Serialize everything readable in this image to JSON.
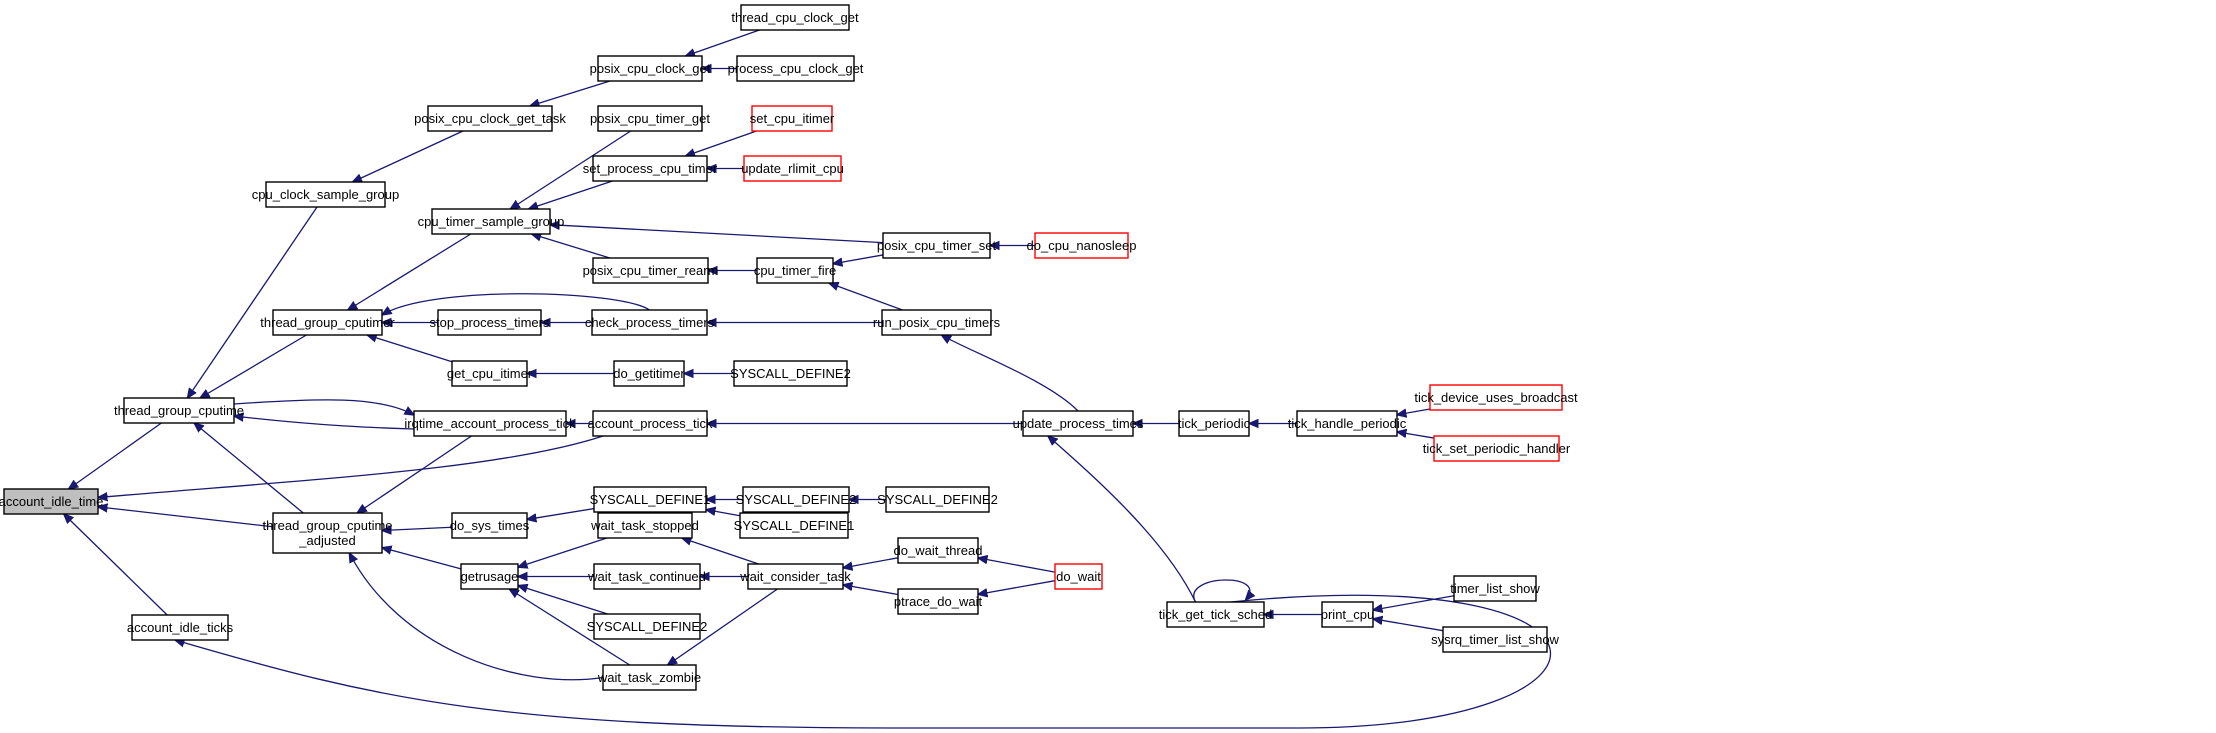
{
  "graph": {
    "edge_color": "#191970",
    "root_fill": "#bfbfbf",
    "truncated_border_color": "#ff0000",
    "nodes": {
      "account_idle_time": {
        "label": "account_idle_time",
        "root": true
      },
      "thread_group_cputime": {
        "label": "thread_group_cputime"
      },
      "account_idle_ticks": {
        "label": "account_idle_ticks"
      },
      "thread_group_cputime_adjusted": {
        "label": "thread_group_cputime\n_adjusted"
      },
      "cpu_clock_sample_group": {
        "label": "cpu_clock_sample_group"
      },
      "posix_cpu_clock_get_task": {
        "label": "posix_cpu_clock_get_task"
      },
      "posix_cpu_clock_get": {
        "label": "posix_cpu_clock_get"
      },
      "thread_cpu_clock_get": {
        "label": "thread_cpu_clock_get"
      },
      "process_cpu_clock_get": {
        "label": "process_cpu_clock_get"
      },
      "thread_group_cputimer": {
        "label": "thread_group_cputimer"
      },
      "cpu_timer_sample_group": {
        "label": "cpu_timer_sample_group"
      },
      "posix_cpu_timer_get": {
        "label": "posix_cpu_timer_get"
      },
      "set_process_cpu_timer": {
        "label": "set_process_cpu_timer"
      },
      "set_cpu_itimer": {
        "label": "set_cpu_itimer",
        "truncated": true
      },
      "update_rlimit_cpu": {
        "label": "update_rlimit_cpu",
        "truncated": true
      },
      "posix_cpu_timer_rearm": {
        "label": "posix_cpu_timer_rearm"
      },
      "cpu_timer_fire": {
        "label": "cpu_timer_fire"
      },
      "posix_cpu_timer_set": {
        "label": "posix_cpu_timer_set"
      },
      "do_cpu_nanosleep": {
        "label": "do_cpu_nanosleep",
        "truncated": true
      },
      "stop_process_timers": {
        "label": "stop_process_timers"
      },
      "check_process_timers": {
        "label": "check_process_timers"
      },
      "run_posix_cpu_timers": {
        "label": "run_posix_cpu_timers"
      },
      "get_cpu_itimer": {
        "label": "get_cpu_itimer"
      },
      "do_getitimer": {
        "label": "do_getitimer"
      },
      "SYSCALL_DEFINE2_a": {
        "label": "SYSCALL_DEFINE2"
      },
      "irqtime_account_process_tick": {
        "label": "irqtime_account_process_tick"
      },
      "account_process_tick": {
        "label": "account_process_tick"
      },
      "update_process_times": {
        "label": "update_process_times"
      },
      "tick_periodic": {
        "label": "tick_periodic"
      },
      "tick_handle_periodic": {
        "label": "tick_handle_periodic"
      },
      "tick_device_uses_broadcast": {
        "label": "tick_device_uses_broadcast",
        "truncated": true
      },
      "tick_set_periodic_handler": {
        "label": "tick_set_periodic_handler",
        "truncated": true
      },
      "do_sys_times": {
        "label": "do_sys_times"
      },
      "SYSCALL_DEFINE1_a": {
        "label": "SYSCALL_DEFINE1"
      },
      "SYSCALL_DEFINE2_b": {
        "label": "SYSCALL_DEFINE2"
      },
      "SYSCALL_DEFINE2_c": {
        "label": "SYSCALL_DEFINE2"
      },
      "SYSCALL_DEFINE1_b": {
        "label": "SYSCALL_DEFINE1"
      },
      "getrusage": {
        "label": "getrusage"
      },
      "wait_task_stopped": {
        "label": "wait_task_stopped"
      },
      "wait_task_continued": {
        "label": "wait_task_continued"
      },
      "SYSCALL_DEFINE2_d": {
        "label": "SYSCALL_DEFINE2"
      },
      "wait_task_zombie": {
        "label": "wait_task_zombie"
      },
      "wait_consider_task": {
        "label": "wait_consider_task"
      },
      "do_wait_thread": {
        "label": "do_wait_thread"
      },
      "ptrace_do_wait": {
        "label": "ptrace_do_wait"
      },
      "do_wait": {
        "label": "do_wait",
        "truncated": true
      },
      "tick_get_tick_sched": {
        "label": "tick_get_tick_sched"
      },
      "print_cpu": {
        "label": "print_cpu"
      },
      "timer_list_show": {
        "label": "timer_list_show"
      },
      "sysrq_timer_list_show": {
        "label": "sysrq_timer_list_show"
      }
    },
    "edges": [
      {
        "from": "thread_group_cputime",
        "to": "account_idle_time"
      },
      {
        "from": "account_idle_ticks",
        "to": "account_idle_time"
      },
      {
        "from": "thread_group_cputime_adjusted",
        "to": "account_idle_time"
      },
      {
        "from": "account_process_tick",
        "to": "account_idle_time"
      },
      {
        "from": "cpu_clock_sample_group",
        "to": "thread_group_cputime"
      },
      {
        "from": "thread_group_cputimer",
        "to": "thread_group_cputime"
      },
      {
        "from": "thread_group_cputime_adjusted",
        "to": "thread_group_cputime"
      },
      {
        "from": "irqtime_account_process_tick",
        "to": "thread_group_cputime"
      },
      {
        "from": "thread_group_cputime",
        "to": "irqtime_account_process_tick"
      },
      {
        "from": "posix_cpu_clock_get_task",
        "to": "cpu_clock_sample_group"
      },
      {
        "from": "posix_cpu_clock_get",
        "to": "posix_cpu_clock_get_task"
      },
      {
        "from": "thread_cpu_clock_get",
        "to": "posix_cpu_clock_get"
      },
      {
        "from": "process_cpu_clock_get",
        "to": "posix_cpu_clock_get"
      },
      {
        "from": "cpu_timer_sample_group",
        "to": "thread_group_cputimer"
      },
      {
        "from": "stop_process_timers",
        "to": "thread_group_cputimer"
      },
      {
        "from": "check_process_timers",
        "to": "thread_group_cputimer"
      },
      {
        "from": "get_cpu_itimer",
        "to": "thread_group_cputimer"
      },
      {
        "from": "posix_cpu_timer_get",
        "to": "cpu_timer_sample_group"
      },
      {
        "from": "set_process_cpu_timer",
        "to": "cpu_timer_sample_group"
      },
      {
        "from": "posix_cpu_timer_rearm",
        "to": "cpu_timer_sample_group"
      },
      {
        "from": "posix_cpu_timer_set",
        "to": "cpu_timer_sample_group"
      },
      {
        "from": "set_cpu_itimer",
        "to": "set_process_cpu_timer"
      },
      {
        "from": "update_rlimit_cpu",
        "to": "set_process_cpu_timer"
      },
      {
        "from": "cpu_timer_fire",
        "to": "posix_cpu_timer_rearm"
      },
      {
        "from": "posix_cpu_timer_set",
        "to": "cpu_timer_fire"
      },
      {
        "from": "run_posix_cpu_timers",
        "to": "cpu_timer_fire"
      },
      {
        "from": "do_cpu_nanosleep",
        "to": "posix_cpu_timer_set"
      },
      {
        "from": "check_process_timers",
        "to": "stop_process_timers"
      },
      {
        "from": "run_posix_cpu_timers",
        "to": "check_process_timers"
      },
      {
        "from": "update_process_times",
        "to": "run_posix_cpu_timers"
      },
      {
        "from": "do_getitimer",
        "to": "get_cpu_itimer"
      },
      {
        "from": "SYSCALL_DEFINE2_a",
        "to": "do_getitimer"
      },
      {
        "from": "account_process_tick",
        "to": "irqtime_account_process_tick"
      },
      {
        "from": "update_process_times",
        "to": "account_process_tick"
      },
      {
        "from": "tick_periodic",
        "to": "update_process_times"
      },
      {
        "from": "tick_get_tick_sched",
        "to": "update_process_times"
      },
      {
        "from": "tick_handle_periodic",
        "to": "tick_periodic"
      },
      {
        "from": "tick_device_uses_broadcast",
        "to": "tick_handle_periodic"
      },
      {
        "from": "tick_set_periodic_handler",
        "to": "tick_handle_periodic"
      },
      {
        "from": "irqtime_account_process_tick",
        "to": "thread_group_cputime_adjusted"
      },
      {
        "from": "do_sys_times",
        "to": "thread_group_cputime_adjusted"
      },
      {
        "from": "getrusage",
        "to": "thread_group_cputime_adjusted"
      },
      {
        "from": "wait_task_zombie",
        "to": "thread_group_cputime_adjusted"
      },
      {
        "from": "SYSCALL_DEFINE1_a",
        "to": "do_sys_times"
      },
      {
        "from": "SYSCALL_DEFINE2_b",
        "to": "SYSCALL_DEFINE1_a"
      },
      {
        "from": "SYSCALL_DEFINE1_b",
        "to": "SYSCALL_DEFINE1_a"
      },
      {
        "from": "SYSCALL_DEFINE2_c",
        "to": "SYSCALL_DEFINE2_b"
      },
      {
        "from": "wait_task_stopped",
        "to": "getrusage"
      },
      {
        "from": "wait_task_continued",
        "to": "getrusage"
      },
      {
        "from": "SYSCALL_DEFINE2_d",
        "to": "getrusage"
      },
      {
        "from": "wait_task_zombie",
        "to": "getrusage"
      },
      {
        "from": "wait_consider_task",
        "to": "wait_task_stopped"
      },
      {
        "from": "wait_consider_task",
        "to": "wait_task_continued"
      },
      {
        "from": "wait_consider_task",
        "to": "wait_task_zombie"
      },
      {
        "from": "do_wait_thread",
        "to": "wait_consider_task"
      },
      {
        "from": "ptrace_do_wait",
        "to": "wait_consider_task"
      },
      {
        "from": "do_wait",
        "to": "do_wait_thread"
      },
      {
        "from": "do_wait",
        "to": "ptrace_do_wait"
      },
      {
        "from": "tick_get_tick_sched",
        "to": "account_idle_ticks"
      },
      {
        "from": "tick_get_tick_sched",
        "to": "tick_get_tick_sched"
      },
      {
        "from": "print_cpu",
        "to": "tick_get_tick_sched"
      },
      {
        "from": "timer_list_show",
        "to": "print_cpu"
      },
      {
        "from": "sysrq_timer_list_show",
        "to": "print_cpu"
      }
    ]
  }
}
